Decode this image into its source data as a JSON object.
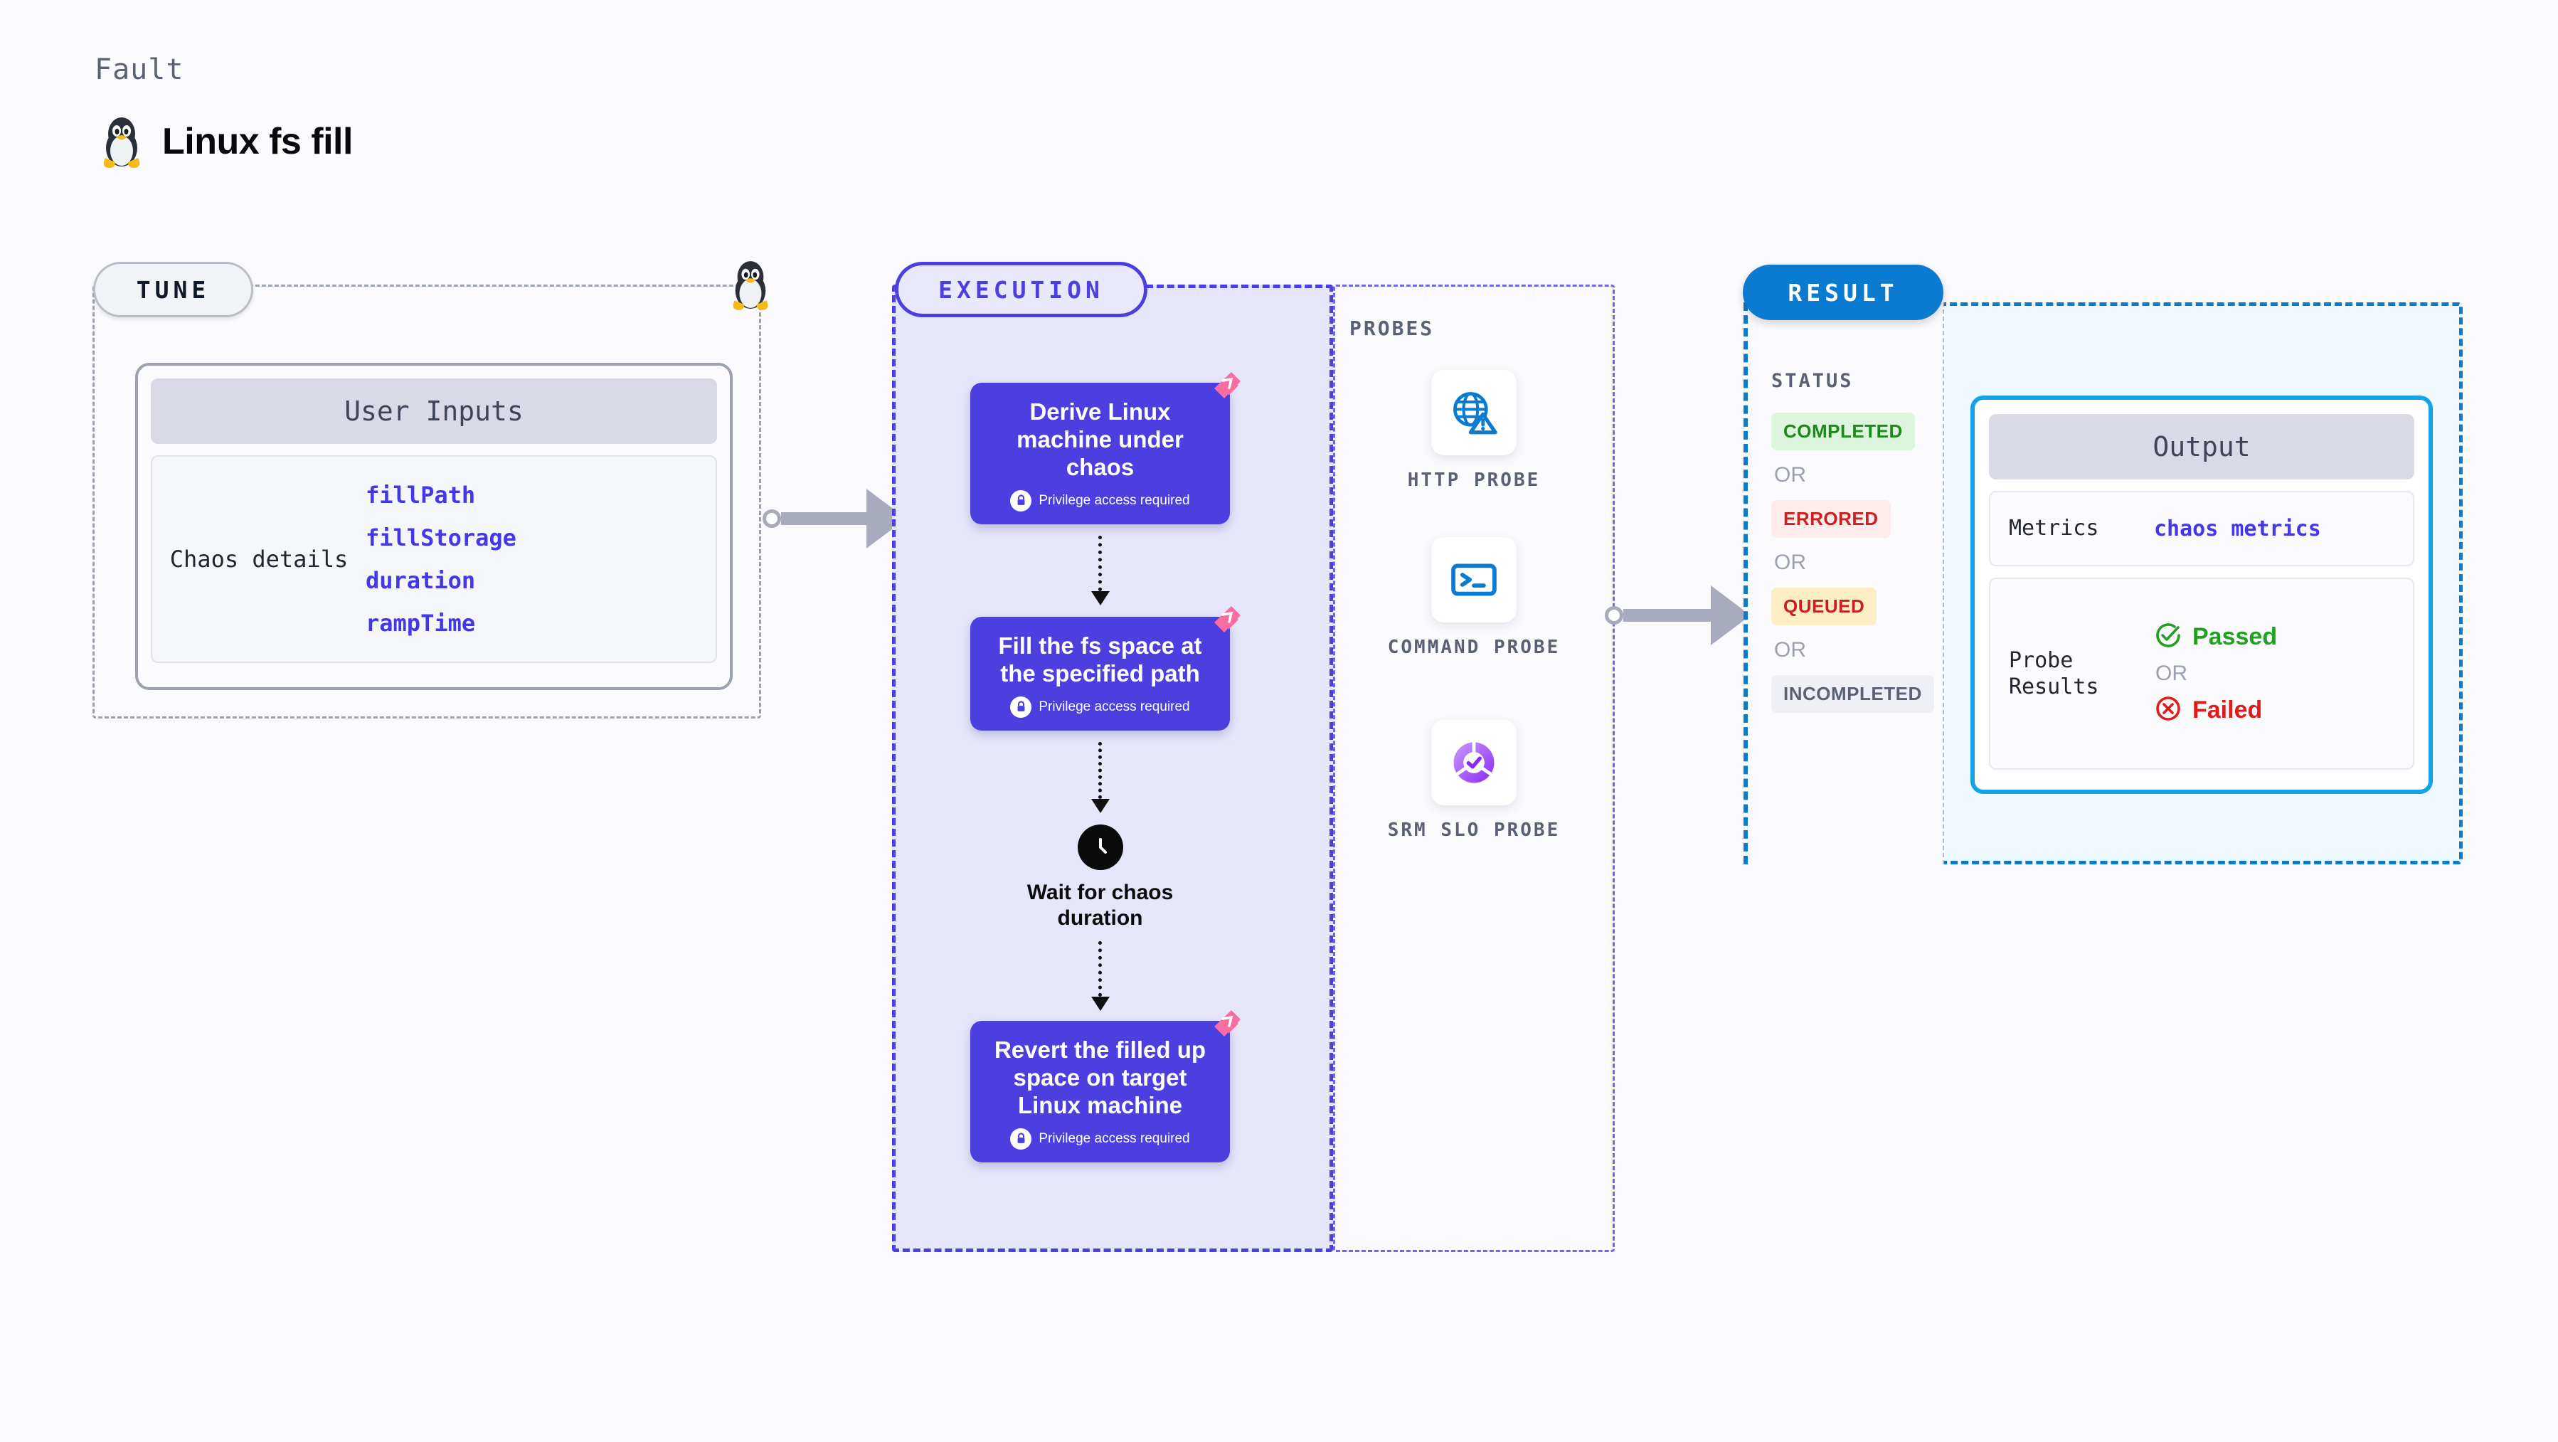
{
  "header": {
    "kicker": "Fault",
    "title": "Linux fs fill",
    "icon": "linux-tux-icon"
  },
  "tune": {
    "chip_label": "TUNE",
    "card_header": "User Inputs",
    "details_key": "Chaos details",
    "params": [
      "fillPath",
      "fillStorage",
      "duration",
      "rampTime"
    ],
    "param_color": "#4338e8",
    "border_color": "#9ca3af"
  },
  "execution": {
    "chip_label": "EXECUTION",
    "accent_color": "#4b3fe0",
    "fill_color": "#e6e6fb",
    "privilege_note": "Privilege access required",
    "ribbon_color": "#fb6ca0",
    "steps": [
      {
        "title": "Derive Linux machine under chaos",
        "privileged": true,
        "ribbon": true
      },
      {
        "title": "Fill the fs space at the specified path",
        "privileged": true,
        "ribbon": true
      }
    ],
    "wait": {
      "label": "Wait for chaos duration",
      "icon": "clock-icon"
    },
    "final_step": {
      "title": "Revert the filled up space on target Linux machine",
      "privileged": true,
      "ribbon": true
    }
  },
  "probes": {
    "title": "PROBES",
    "items": [
      {
        "label": "HTTP PROBE",
        "icon": "globe-warning-icon",
        "color": "#0b7ad1"
      },
      {
        "label": "COMMAND PROBE",
        "icon": "terminal-icon",
        "color": "#0b7ad1"
      },
      {
        "label": "SRM SLO PROBE",
        "icon": "slo-donut-check-icon",
        "color": "#9b4dff"
      }
    ]
  },
  "result": {
    "chip_label": "RESULT",
    "chip_color": "#0b7ad1",
    "status_label": "STATUS",
    "or_label": "OR",
    "statuses": [
      {
        "text": "COMPLETED",
        "bg": "#ddf5dc",
        "fg": "#1b8a1b"
      },
      {
        "text": "ERRORED",
        "bg": "#fdecea",
        "fg": "#cc2020"
      },
      {
        "text": "QUEUED",
        "bg": "#fdeec4",
        "fg": "#cc2020"
      },
      {
        "text": "INCOMPLETED",
        "bg": "#eff0f5",
        "fg": "#5a6175"
      }
    ]
  },
  "output": {
    "header": "Output",
    "metrics_key": "Metrics",
    "metrics_value": "chaos metrics",
    "probe_results_key": "Probe Results",
    "or_label": "OR",
    "passed": "Passed",
    "failed": "Failed",
    "passed_color": "#22a022",
    "failed_color": "#e01b1b",
    "border_color": "#13a3e8"
  }
}
